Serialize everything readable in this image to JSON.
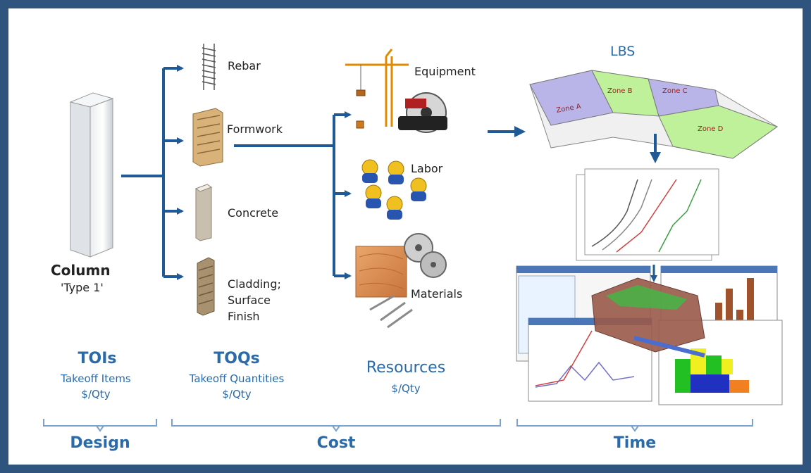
{
  "design": {
    "column_title": "Column",
    "column_type": "'Type 1'",
    "tois_head": "TOIs",
    "tois_sub1": "Takeoff Items",
    "tois_sub2": "$/Qty"
  },
  "cost": {
    "toqs_head": "TOQs",
    "toqs_sub1": "Takeoff Quantities",
    "toqs_sub2": "$/Qty",
    "items": [
      "Rebar",
      "Formwork",
      "Concrete",
      "Cladding;",
      "Surface",
      "Finish"
    ],
    "resources": [
      "Equipment",
      "Labor",
      "Materials"
    ],
    "resources_head": "Resources",
    "resources_sub": "$/Qty"
  },
  "time": {
    "lbs_label": "LBS"
  },
  "phases": {
    "design": "Design",
    "cost": "Cost",
    "time": "Time"
  },
  "colors": {
    "frame": "#2f557f",
    "arrow": "#1f5a96",
    "text_blue": "#2b6aa8"
  }
}
